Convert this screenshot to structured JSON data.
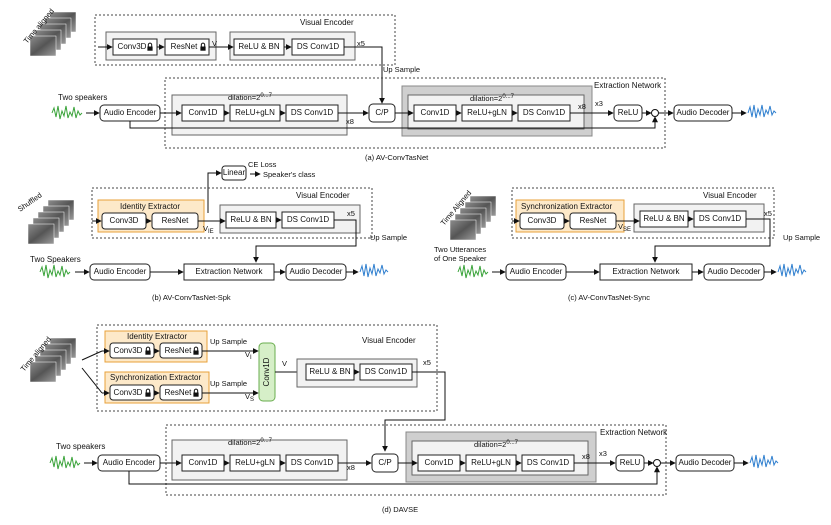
{
  "labels": {
    "time_aligned": "Time aligned",
    "time_aligned_c": "Time Aligned",
    "shuffled": "Shuffled",
    "two_speakers": "Two speakers",
    "two_speakers_b": "Two Speakers",
    "two_utterances": "Two Utterances",
    "of_one_speaker": "of One Speaker",
    "visual_encoder": "Visual Encoder",
    "extraction_network": "Extraction Network",
    "up_sample": "Up Sample",
    "x5": "x5",
    "x8": "x8",
    "x3": "x3",
    "dilation": "dilation=2",
    "dilation_exp": "0...7",
    "conv3d": "Conv3D",
    "resnet": "ResNet",
    "resnet_prime": "ResNet",
    "relu_bn": "ReLU & BN",
    "ds_conv1d": "DS Conv1D",
    "audio_encoder": "Audio Encoder",
    "audio_decoder": "Audio Decoder",
    "conv1d": "Conv1D",
    "relu_gln": "ReLU+gLN",
    "cp": "C/P",
    "relu": "ReLU",
    "v": "V",
    "ie": "IE",
    "se": "SE",
    "linear": "Linear",
    "ce_loss": "CE Loss",
    "speakers_class": "Speaker's class",
    "identity_extractor": "Identity Extractor",
    "sync_extractor": "Synchronization Extractor",
    "v_i": "V",
    "v_i_sub": "I",
    "v_s": "V",
    "v_s_sub": "S"
  },
  "captions": {
    "a": "(a) AV-ConvTasNet",
    "b": "(b) AV-ConvTasNet-Spk",
    "c": "(c) AV-ConvTasNet-Sync",
    "d": "(d) DAVSE"
  },
  "colors": {
    "waveform_green": "#3aa33a",
    "waveform_blue": "#2f7fcf",
    "extractor_fill": "#fde9c9",
    "extractor_border": "#e8a13a",
    "conv1d_green": "#d6efc8"
  },
  "icons": [
    "face-frames-icon",
    "lock-icon",
    "waveform-icon"
  ]
}
